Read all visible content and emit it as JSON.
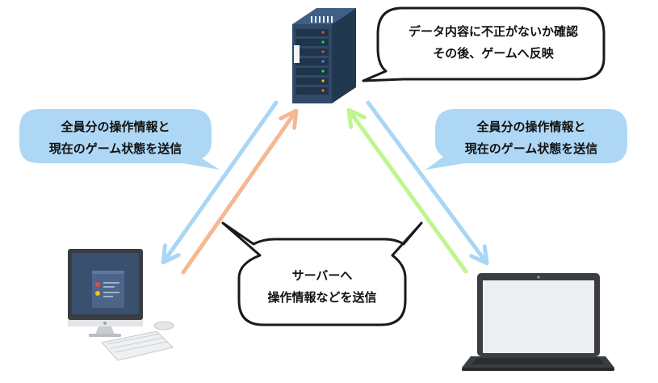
{
  "bubbles": {
    "server_note": {
      "line1": "データ内容に不正がないか確認",
      "line2": "その後、ゲームへ反映"
    },
    "left_note": {
      "line1": "全員分の操作情報と",
      "line2": "現在のゲーム状態を送信"
    },
    "right_note": {
      "line1": "全員分の操作情報と",
      "line2": "現在のゲーム状態を送信"
    },
    "client_note": {
      "line1": "サーバーへ",
      "line2": "操作情報などを送信"
    }
  },
  "colors": {
    "bubble_blue": "#aed7f5",
    "arrow_blue": "#a9d6f5",
    "arrow_orange": "#f4b892",
    "arrow_green": "#bff58f",
    "server_body": "#2f4a6a",
    "device_dark": "#3a3d42"
  },
  "icons": [
    "server-icon",
    "desktop-computer-icon",
    "laptop-icon"
  ]
}
